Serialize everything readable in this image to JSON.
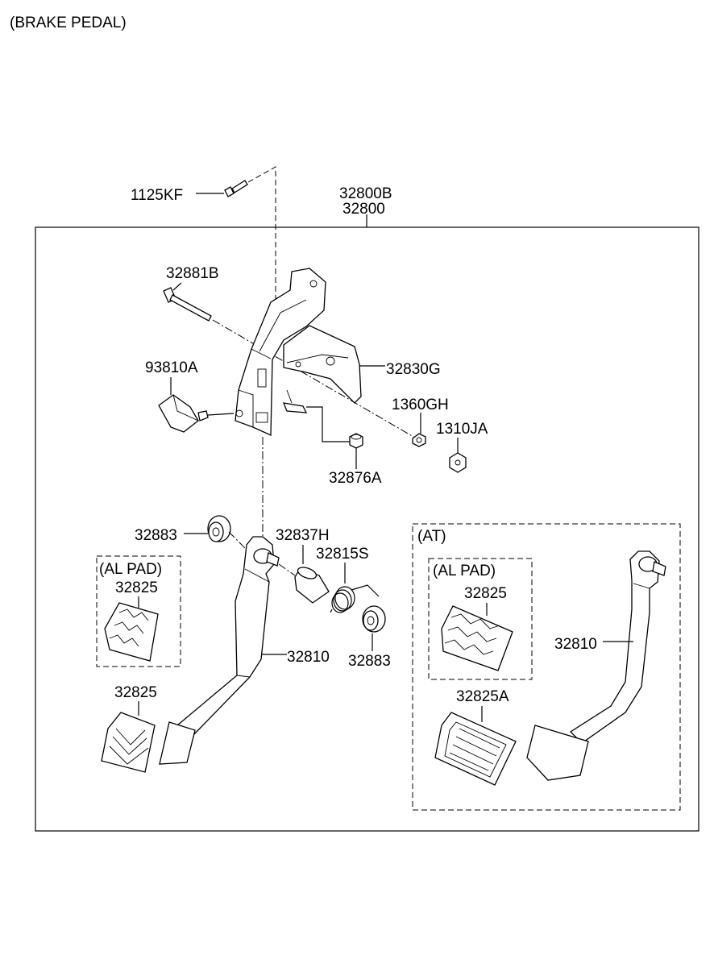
{
  "title": "(BRAKE PEDAL)",
  "labels": {
    "bolt_1125KF": "1125KF",
    "assy_32800B": "32800B",
    "assy_32800": "32800",
    "bolt_32881B": "32881B",
    "switch_93810A": "93810A",
    "bracket_32830G": "32830G",
    "nut_1360GH": "1360GH",
    "nut_1310JA": "1310JA",
    "stopper_32876A": "32876A",
    "bushing_32883_left": "32883",
    "bushing_32883_right": "32883",
    "sleeve_32837H": "32837H",
    "spring_32815S": "32815S",
    "pedal_32810_mt": "32810",
    "pedal_32810_at": "32810",
    "pad_32825_al_mt": "32825",
    "pad_32825_mt": "32825",
    "pad_32825_al_at": "32825",
    "pad_32825A_at": "32825A"
  },
  "groups": {
    "al_pad_left": "(AL PAD)",
    "at_box": "(AT)",
    "al_pad_at": "(AL PAD)"
  }
}
